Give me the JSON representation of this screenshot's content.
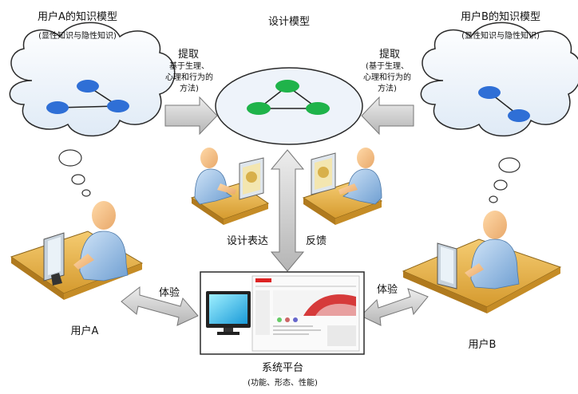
{
  "user_a_model": {
    "title": "用户A的知识模型",
    "subtitle": "(显性知识与隐性知识)"
  },
  "user_b_model": {
    "title": "用户B的知识模型",
    "subtitle": "(显性知识与隐性知识)"
  },
  "design_model": {
    "title": "设计模型"
  },
  "extract_left": {
    "label": "提取",
    "note_lines": [
      "基于生理、",
      "心理和行为的",
      "方法)"
    ]
  },
  "extract_right": {
    "label": "提取",
    "note_lines": [
      "(基于生理、",
      "心理和行为的",
      "方法)"
    ]
  },
  "design_expression": "设计表达",
  "feedback": "反馈",
  "experience_left": "体验",
  "experience_right": "体验",
  "user_a": "用户A",
  "user_b": "用户B",
  "platform": {
    "title": "系统平台",
    "subtitle": "(功能、形态、性能)"
  },
  "colors": {
    "node_blue": "#2f6fd6",
    "node_green": "#1fb34a",
    "arrow_gray": "#c8c8c8",
    "cloud_fill": "#eef4fb",
    "cloud_stroke": "#2a2a2a"
  }
}
